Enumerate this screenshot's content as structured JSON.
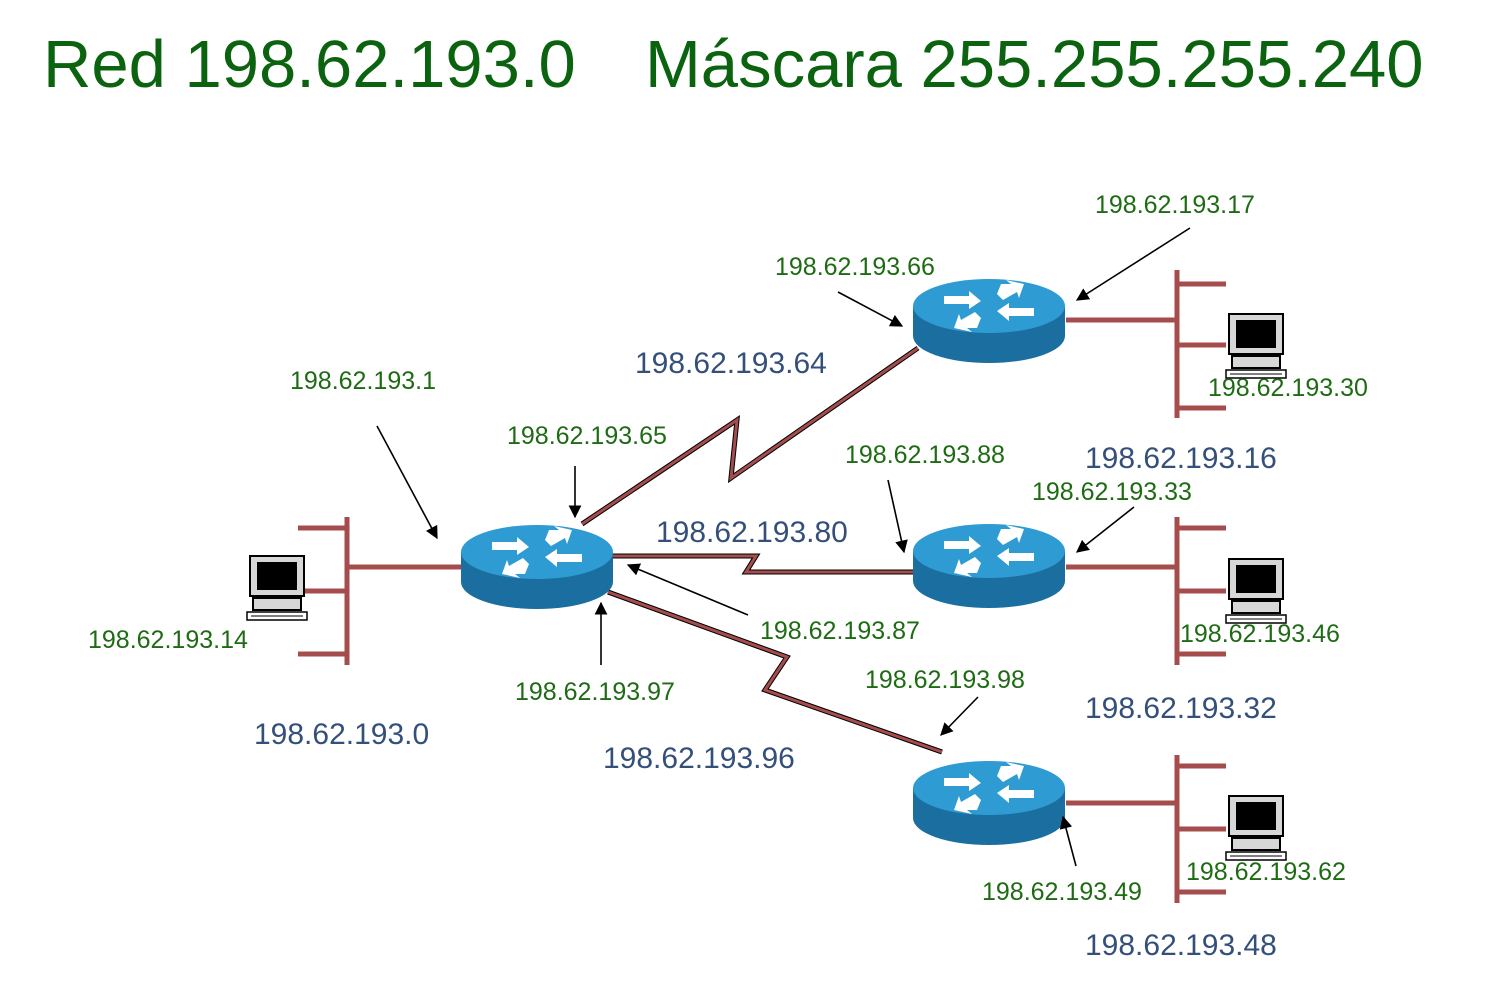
{
  "colors": {
    "title": "#0b6310",
    "host_label": "#1e6b14",
    "network_label": "#34507a",
    "link": "#a54c4c",
    "router_top": "#2f9bd3",
    "router_side": "#1b6fa0",
    "arrow": "#000000"
  },
  "title": {
    "network": "Red 198.62.193.0",
    "mask": "Máscara 255.255.255.240"
  },
  "networks": {
    "lan_left": "198.62.193.0",
    "wan_top": "198.62.193.64",
    "wan_mid": "198.62.193.80",
    "wan_bottom": "198.62.193.96",
    "lan_top": "198.62.193.16",
    "lan_mid": "198.62.193.32",
    "lan_bottom": "198.62.193.48"
  },
  "addresses": {
    "r0_lan": "198.62.193.1",
    "r0_wan_top": "198.62.193.65",
    "r0_wan_mid": "198.62.193.87",
    "r0_wan_bottom": "198.62.193.97",
    "r1_wan": "198.62.193.66",
    "r1_lan": "198.62.193.17",
    "r2_wan": "198.62.193.88",
    "r2_lan": "198.62.193.33",
    "r3_wan": "198.62.193.98",
    "r3_lan": "198.62.193.49",
    "host_left": "198.62.193.14",
    "host_top": "198.62.193.30",
    "host_mid": "198.62.193.46",
    "host_bottom": "198.62.193.62"
  },
  "icons": {
    "router": "router-icon",
    "host": "desktop-computer-icon"
  }
}
